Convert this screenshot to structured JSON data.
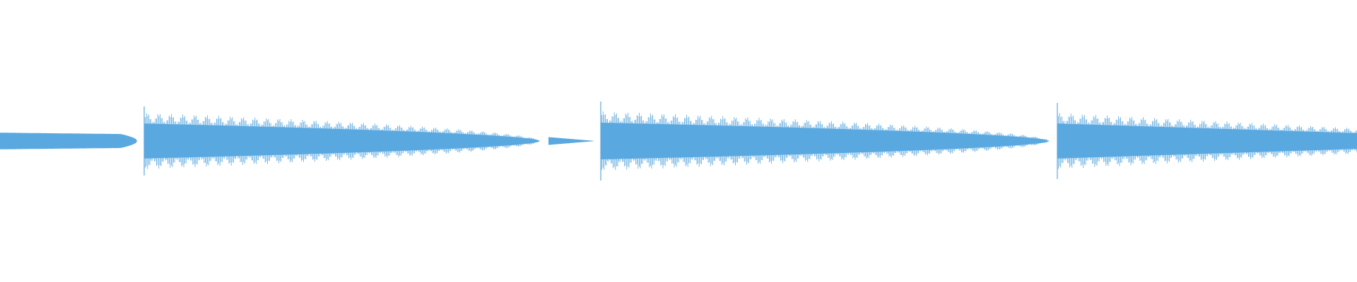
{
  "waveform": {
    "color": "#5aa8e0",
    "background": "#ffffff",
    "segments": [
      {
        "kind": "sustained",
        "start_level": 1.0,
        "end_level": 0.72,
        "burst": false
      },
      {
        "kind": "burst-decay",
        "start_level": 1.0,
        "end_level": 0.0,
        "burst": true
      },
      {
        "kind": "small-swell",
        "start_level": 0.45,
        "end_level": 0.0,
        "burst": false
      },
      {
        "kind": "burst-decay",
        "start_level": 1.0,
        "end_level": 0.0,
        "burst": true
      },
      {
        "kind": "burst-decay",
        "start_level": 1.0,
        "end_level": 0.45,
        "burst": true
      }
    ]
  }
}
